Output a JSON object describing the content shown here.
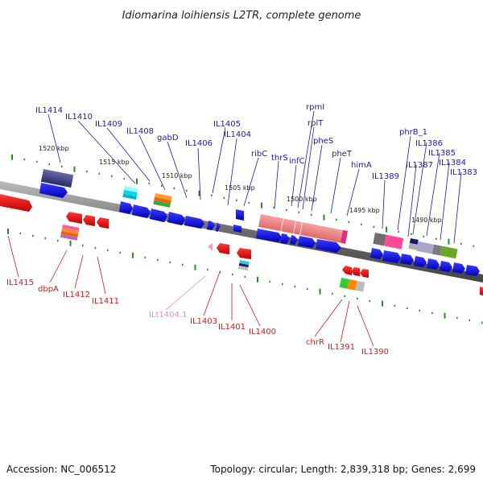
{
  "title": "Idiomarina loihiensis L2TR, complete genome",
  "footer": {
    "accession": "Accession: NC_006512",
    "summary": "Topology: circular; Length: 2,839,318 bp; Genes: 2,699"
  },
  "scale_labels": [
    "1520 kbp",
    "1515 kbp",
    "1510 kbp",
    "1505 kbp",
    "1500 kbp",
    "1495 kbp",
    "1490 kbp"
  ],
  "top_labels": [
    "IL1414",
    "IL1410",
    "IL1409",
    "IL1408",
    "gabD",
    "IL1406",
    "IL1405",
    "IL1404",
    "ribC",
    "thrS",
    "infC",
    "rpmI",
    "rplT",
    "pheS",
    "pheT",
    "himA",
    "IL1389",
    "phrB_1",
    "IL1387",
    "IL1386",
    "IL1385",
    "IL1384",
    "IL1383"
  ],
  "bottom_labels": [
    "IL1415",
    "dbpA",
    "IL1412",
    "IL1411",
    "IL1403",
    "IL1401",
    "IL1400",
    "chrR",
    "IL1391",
    "IL1390"
  ],
  "trna_label": "ILt1404.1",
  "colors": {
    "forward_gene": "#0000e0",
    "reverse_gene": "#e80000",
    "trna": "#ff99cc",
    "backbone": "#777777",
    "tick": "#2a8a2a",
    "top_label": "#1a1aa0",
    "bottom_label": "#c81e1e"
  }
}
